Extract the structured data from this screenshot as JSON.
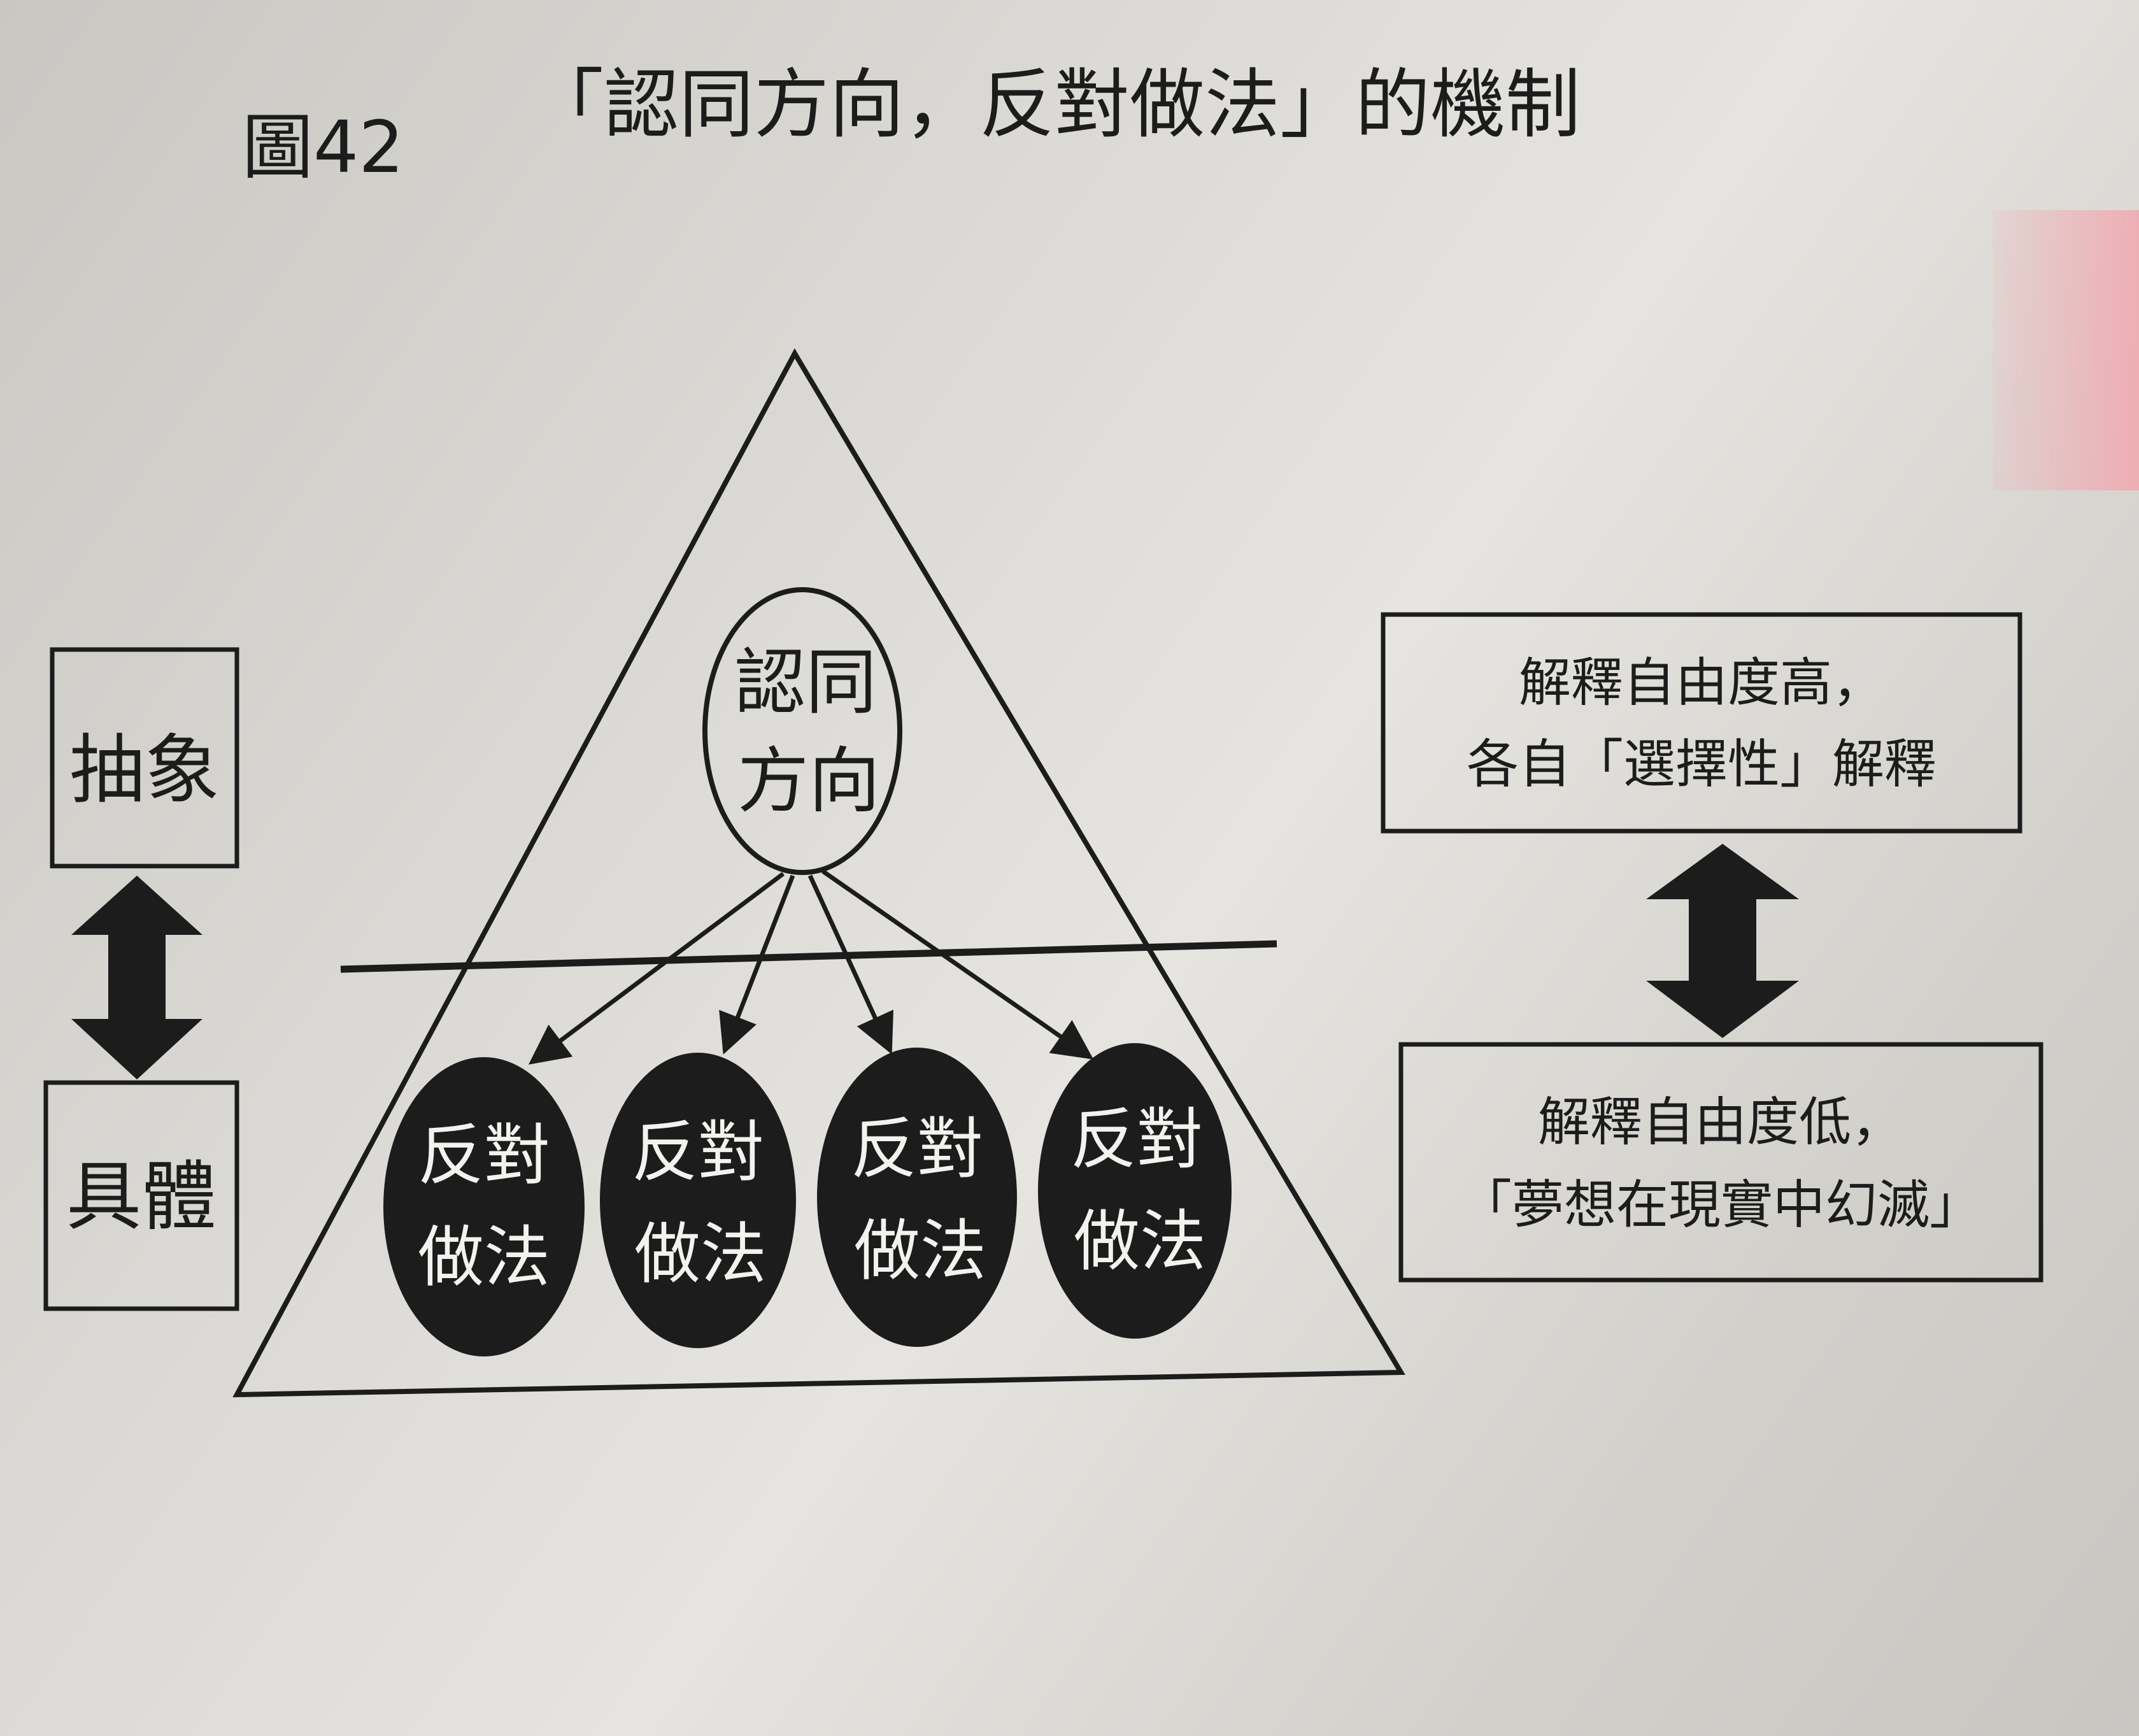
{
  "figure": {
    "number": "圖42",
    "title": "「認同方向，反對做法」的機制"
  },
  "left_scale": {
    "top": "抽象",
    "bottom": "具體"
  },
  "center": {
    "line1": "認同",
    "line2": "方向"
  },
  "ovals": [
    {
      "line1": "反對",
      "line2": "做法"
    },
    {
      "line1": "反對",
      "line2": "做法"
    },
    {
      "line1": "反對",
      "line2": "做法"
    },
    {
      "line1": "反對",
      "line2": "做法"
    }
  ],
  "right_top": {
    "line1": "解釋自由度高，",
    "line2": "各自「選擇性」解釋"
  },
  "right_bottom": {
    "line1": "解釋自由度低，",
    "line2": "「夢想在現實中幻滅」"
  },
  "colors": {
    "ink": "#1c1c1c",
    "oval_fill": "#1c1c1c",
    "oval_text": "#f4f2ee"
  }
}
